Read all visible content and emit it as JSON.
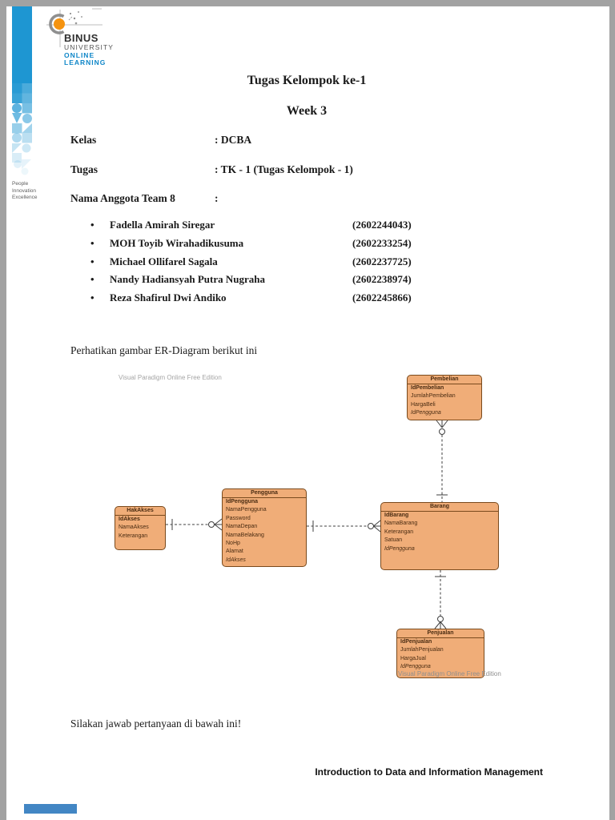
{
  "sidebar": {
    "motto": [
      "People",
      "Innovation",
      "Excellence"
    ]
  },
  "logo": {
    "brand": "BINUS",
    "line2": "UNIVERSITY",
    "line3": "ONLINE",
    "line4": "LEARNING"
  },
  "header": {
    "title": "Tugas Kelompok ke-1",
    "week": "Week 3"
  },
  "meta": {
    "kelas_label": "Kelas",
    "kelas_value": ": DCBA",
    "tugas_label": "Tugas",
    "tugas_value": ": TK - 1 (Tugas Kelompok - 1)",
    "team_label": "Nama Anggota Team 8",
    "team_value": ":"
  },
  "members": [
    {
      "bullet": "•",
      "name": "Fadella Amirah Siregar",
      "id": "(2602244043)"
    },
    {
      "bullet": "•",
      "name": "MOH Toyib Wirahadikusuma",
      "id": "(2602233254)"
    },
    {
      "bullet": "•",
      "name": "Michael Ollifarel Sagala",
      "id": "(2602237725)"
    },
    {
      "bullet": "•",
      "name": "Nandy Hadiansyah Putra Nugraha",
      "id": "(2602238974)"
    },
    {
      "bullet": "•",
      "name": "Reza Shafirul Dwi Andiko",
      "id": "(2602245866)"
    }
  ],
  "body": {
    "diagram_intro": "Perhatikan gambar ER-Diagram berikut ini",
    "closing": "Silakan jawab pertanyaan di bawah ini!"
  },
  "diagram": {
    "watermark_top": "Visual Paradigm Online Free Edition",
    "watermark_bottom": "Visual Paradigm Online Free Edition",
    "entities": [
      {
        "name": "HakAkses",
        "attributes": [
          "IdAkses",
          "NamaAkses",
          "Keterangan"
        ]
      },
      {
        "name": "Pengguna",
        "attributes": [
          "IdPengguna",
          "NamaPengguna",
          "Password",
          "NamaDepan",
          "NamaBelakang",
          "NoHp",
          "Alamat",
          "IdAkses"
        ]
      },
      {
        "name": "Barang",
        "attributes": [
          "IdBarang",
          "NamaBarang",
          "Keterangan",
          "Satuan",
          "IdPengguna"
        ]
      },
      {
        "name": "Pembelian",
        "attributes": [
          "IdPembelian",
          "JumlahPembelian",
          "HargaBeli",
          "IdPengguna"
        ]
      },
      {
        "name": "Penjualan",
        "attributes": [
          "IdPenjualan",
          "JumlahPenjualan",
          "HargaJual",
          "IdPengguna"
        ]
      }
    ],
    "relationships": [
      {
        "from": "HakAkses",
        "to": "Pengguna",
        "from_end": "one",
        "to_end": "zero-or-many"
      },
      {
        "from": "Pengguna",
        "to": "Barang",
        "from_end": "one",
        "to_end": "zero-or-many"
      },
      {
        "from": "Barang",
        "to": "Pembelian",
        "from_end": "one",
        "to_end": "zero-or-many"
      },
      {
        "from": "Barang",
        "to": "Penjualan",
        "from_end": "one",
        "to_end": "zero-or-many"
      }
    ]
  },
  "footer": {
    "course": "Introduction to Data and Information Management"
  },
  "colors": {
    "sidebar_blue": "#1e96d2",
    "logo_blue": "#0e86c8",
    "logo_orange": "#f5930f",
    "entity_fill": "#f0ad78",
    "entity_border": "#7a4a1d",
    "entity_text": "#4a2c12",
    "accent_bar_blue": "#4286c4",
    "frame_gray": "#a2a2a2"
  }
}
